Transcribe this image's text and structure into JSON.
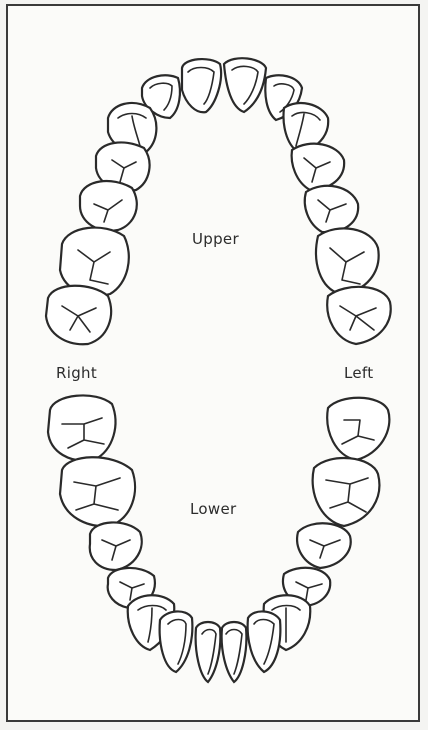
{
  "labels": {
    "upper": "Upper",
    "lower": "Lower",
    "right": "Right",
    "left": "Left"
  },
  "colors": {
    "stroke": "#2a2a2a",
    "paper": "#fbfbf9",
    "border": "#3a3a3a"
  }
}
